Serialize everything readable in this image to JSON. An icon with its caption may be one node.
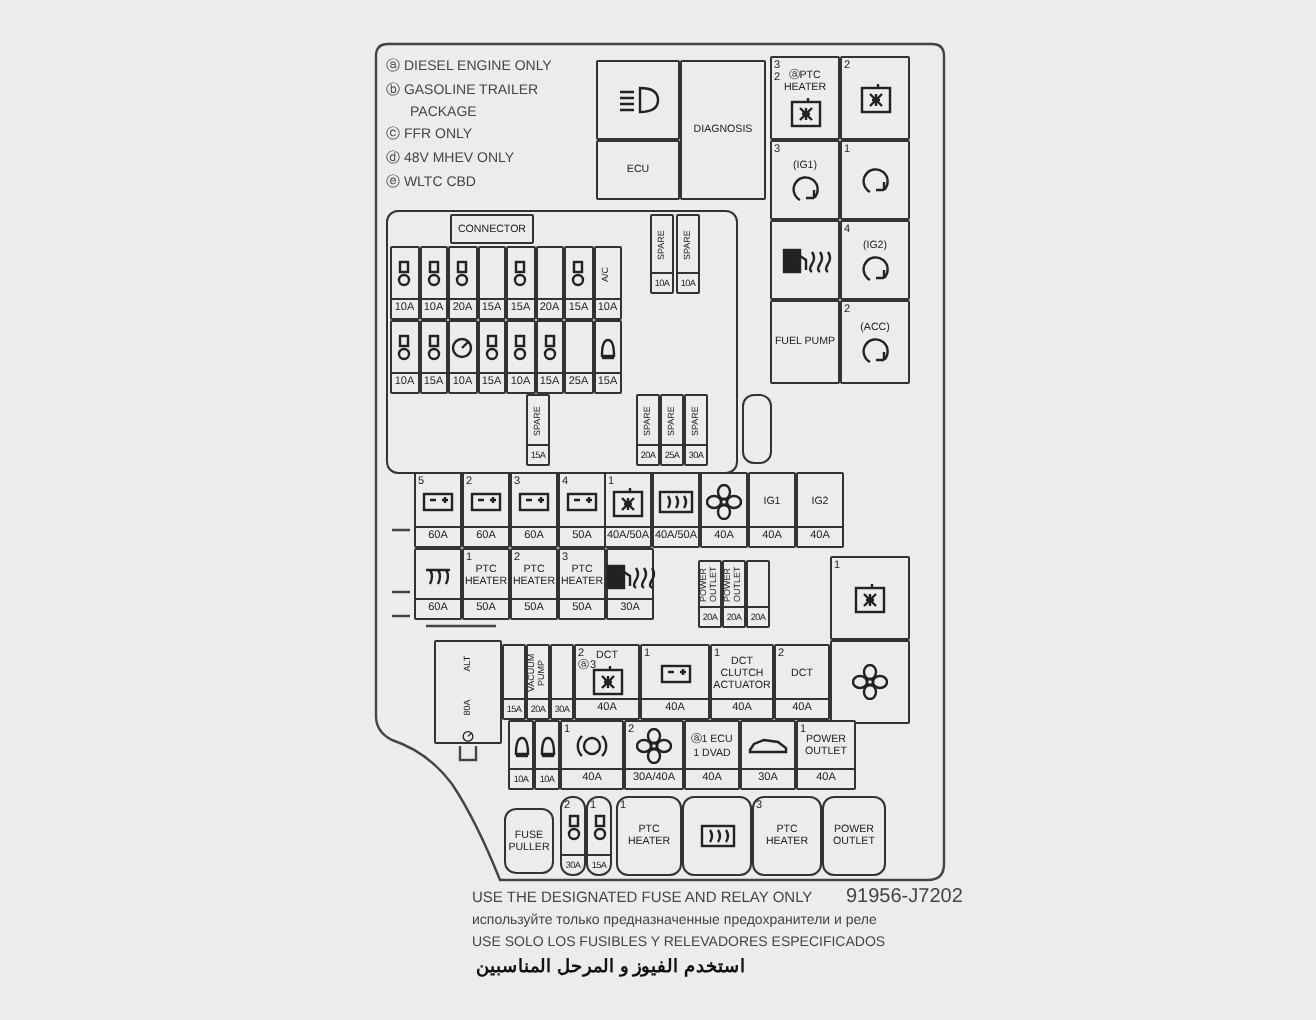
{
  "diagram": {
    "nodes": [
      {
        "text": [],
        "shape": "box"
      },
      {
        "text": [
          "DIAGNOSIS"
        ]
      },
      {
        "text": [
          "ECU"
        ]
      },
      {
        "text": [
          "3",
          "2",
          "ⓐPTC HEATER"
        ]
      },
      {
        "text": [
          "2"
        ]
      },
      {
        "text": [
          "3",
          "(IG1)"
        ]
      },
      {
        "text": [
          "1"
        ]
      },
      {
        "text": [],
        "shape": "box"
      },
      {
        "text": [
          "4",
          "(IG2)"
        ]
      },
      {
        "text": [
          "FUEL PUMP"
        ]
      },
      {
        "text": [
          "2",
          "(ACC)"
        ]
      },
      {
        "text": [],
        "shape": "box"
      },
      {
        "text": [
          "CONNECTOR"
        ],
        "in": 11
      },
      {
        "text": [
          "SPARE",
          "10A"
        ],
        "in": 11
      },
      {
        "text": [
          "SPARE",
          "10A"
        ],
        "in": 11
      },
      {
        "text": [
          "10A"
        ],
        "in": 11
      },
      {
        "text": [
          "10A"
        ],
        "in": 11
      },
      {
        "text": [
          "20A"
        ],
        "in": 11
      },
      {
        "text": [
          "15A"
        ],
        "in": 11
      },
      {
        "text": [
          "15A"
        ],
        "in": 11
      },
      {
        "text": [
          "20A"
        ],
        "in": 11
      },
      {
        "text": [
          "15A"
        ],
        "in": 11
      },
      {
        "text": [
          "A/C",
          "10A"
        ],
        "in": 11
      },
      {
        "text": [
          "10A"
        ],
        "in": 11
      },
      {
        "text": [
          "15A"
        ],
        "in": 11
      },
      {
        "text": [
          "10A"
        ],
        "in": 11
      },
      {
        "text": [
          "15A"
        ],
        "in": 11
      },
      {
        "text": [
          "10A"
        ],
        "in": 11
      },
      {
        "text": [
          "15A"
        ],
        "in": 11
      },
      {
        "text": [
          "25A"
        ],
        "in": 11
      },
      {
        "text": [
          "15A"
        ],
        "in": 11
      },
      {
        "text": [
          "SPARE",
          "15A"
        ],
        "in": 11
      },
      {
        "text": [
          "SPARE",
          "20A"
        ],
        "in": 11
      },
      {
        "text": [
          "SPARE",
          "25A"
        ],
        "in": 11
      },
      {
        "text": [
          "SPARE",
          "30A"
        ],
        "in": 11
      },
      {
        "text": [],
        "shape": "box"
      },
      {
        "text": [
          "5",
          "60A"
        ]
      },
      {
        "text": [
          "2",
          "60A"
        ]
      },
      {
        "text": [
          "3",
          "60A"
        ]
      },
      {
        "text": [
          "4",
          "50A"
        ]
      },
      {
        "text": [
          "1",
          "40A/50A"
        ]
      },
      {
        "text": [
          "40A/50A"
        ]
      },
      {
        "text": [
          "40A"
        ]
      },
      {
        "text": [
          "IG1",
          "40A"
        ]
      },
      {
        "text": [
          "IG2",
          "40A"
        ]
      },
      {
        "text": [
          "60A"
        ]
      },
      {
        "text": [
          "1",
          "PTC HEATER",
          "50A"
        ]
      },
      {
        "text": [
          "2",
          "PTC HEATER",
          "50A"
        ]
      },
      {
        "text": [
          "3",
          "PTC HEATER",
          "50A"
        ]
      },
      {
        "text": [
          "30A"
        ]
      },
      {
        "text": [
          "POWER OUTLET",
          "20A"
        ]
      },
      {
        "text": [
          "POWER OUTLET",
          "20A"
        ]
      },
      {
        "text": [
          "20A"
        ]
      },
      {
        "text": [
          "1"
        ]
      },
      {
        "text": [],
        "shape": "box"
      },
      {
        "text": [
          "ALT",
          "80A"
        ]
      },
      {
        "text": [
          "15A"
        ]
      },
      {
        "text": [
          "VACUUM PUMP",
          "20A"
        ]
      },
      {
        "text": [
          "30A"
        ]
      },
      {
        "text": [
          "2",
          "ⓐ3",
          "DCT",
          "40A"
        ]
      },
      {
        "text": [
          "1",
          "40A"
        ]
      },
      {
        "text": [
          "1",
          "DCT CLUTCH ACTUATOR",
          "40A"
        ]
      },
      {
        "text": [
          "2",
          "DCT",
          "40A"
        ]
      },
      {
        "text": [
          "10A"
        ]
      },
      {
        "text": [
          "10A"
        ]
      },
      {
        "text": [
          "1",
          "40A"
        ]
      },
      {
        "text": [
          "2",
          "30A/40A"
        ]
      },
      {
        "text": [
          "ⓐ1 ECU",
          "1 DVAD",
          "40A"
        ]
      },
      {
        "text": [
          "30A"
        ]
      },
      {
        "text": [
          "1",
          "POWER OUTLET",
          "40A"
        ]
      },
      {
        "text": [
          "FUSE PULLER"
        ]
      },
      {
        "text": [
          "2",
          "30A"
        ]
      },
      {
        "text": [
          "1",
          "15A"
        ]
      },
      {
        "text": [
          "1",
          "PTC HEATER"
        ]
      },
      {
        "text": [],
        "shape": "box"
      },
      {
        "text": [
          "3",
          "PTC HEATER"
        ]
      },
      {
        "text": [
          "POWER OUTLET"
        ]
      }
    ],
    "labels": [
      "ⓐ DIESEL ENGINE ONLY",
      "ⓑ GASOLINE TRAILER PACKAGE",
      "ⓒ FFR ONLY",
      "ⓓ 48V MHEV ONLY",
      "ⓔ WLTC CBD",
      "USE THE DESIGNATED FUSE AND RELAY ONLY",
      "91956-J7202",
      "используйте только предназначенные предохранители и реле",
      "USE SOLO LOS FUSIBLES Y RELEVADORES ESPECIFICADOS",
      "استخدم الفيوز و المرحل المناسبين"
    ]
  }
}
